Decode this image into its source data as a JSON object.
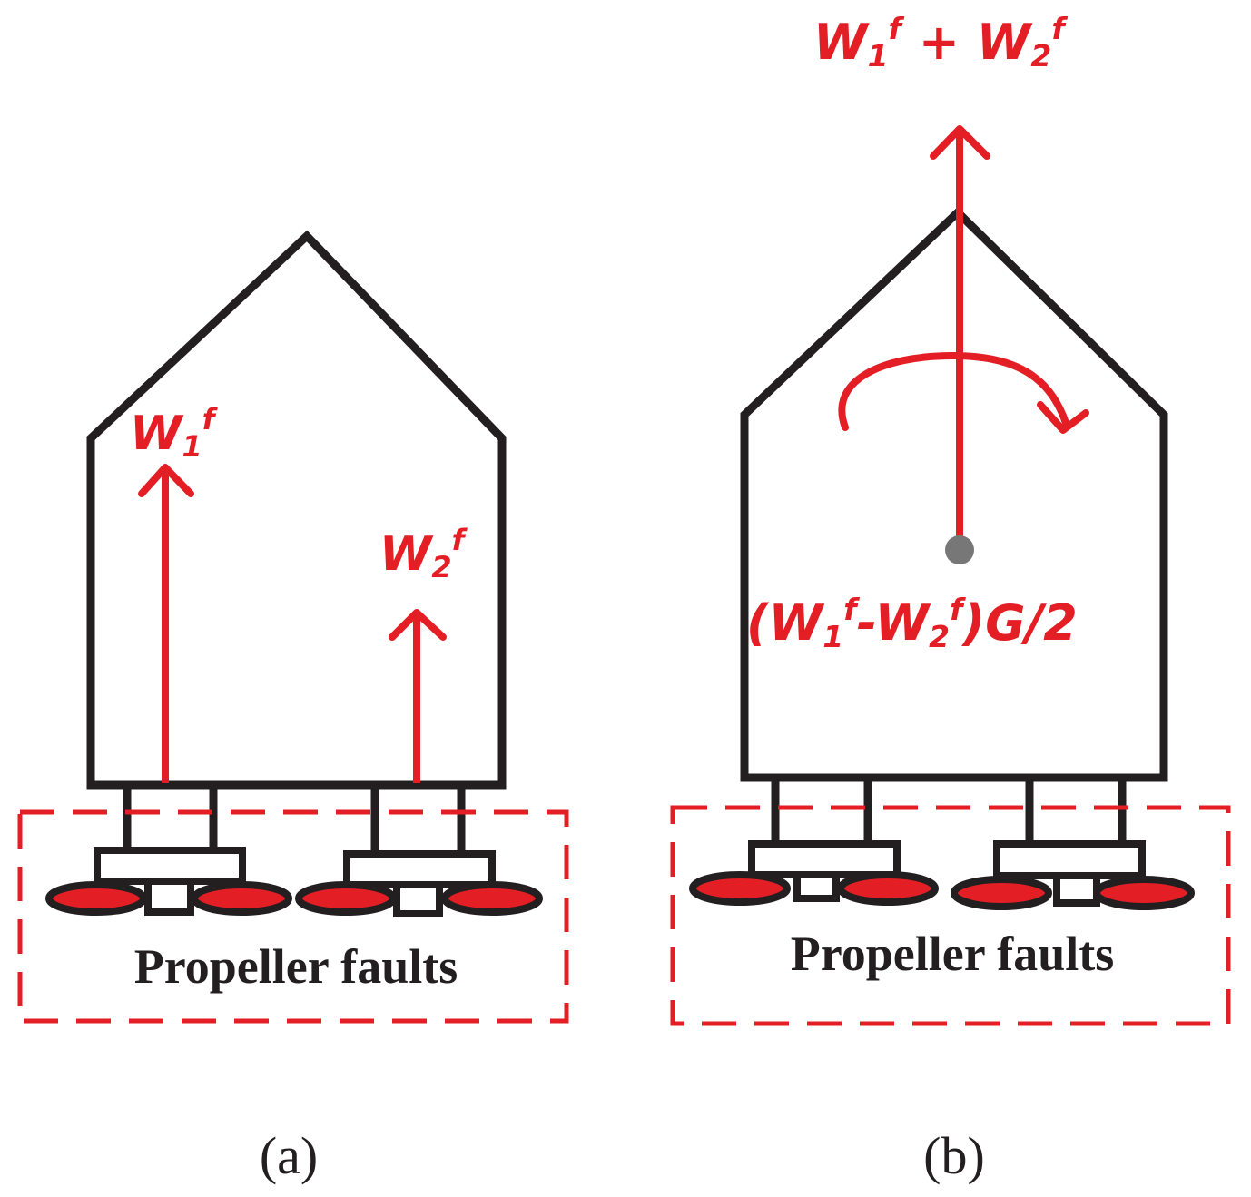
{
  "colors": {
    "outline": "#231f20",
    "force": "#e41e25",
    "propeller_fill": "#e41e25",
    "center_point": "#777777",
    "background": "#ffffff"
  },
  "panel_a": {
    "caption": "(a)",
    "fault_box_label": "Propeller faults",
    "force_1": {
      "base": "W",
      "sub": "1",
      "sup": "f"
    },
    "force_2": {
      "base": "W",
      "sub": "2",
      "sup": "f"
    }
  },
  "panel_b": {
    "caption": "(b)",
    "fault_box_label": "Propeller faults",
    "resultant_force": {
      "t1": "W",
      "s1": "1",
      "p1": "f",
      "op": " + ",
      "t2": "W",
      "s2": "2",
      "p2": "f"
    },
    "moment": {
      "open": "(W",
      "s1": "1",
      "p1": "f",
      "mid": "-W",
      "s2": "2",
      "p2": "f",
      "close": ")G/2"
    }
  }
}
